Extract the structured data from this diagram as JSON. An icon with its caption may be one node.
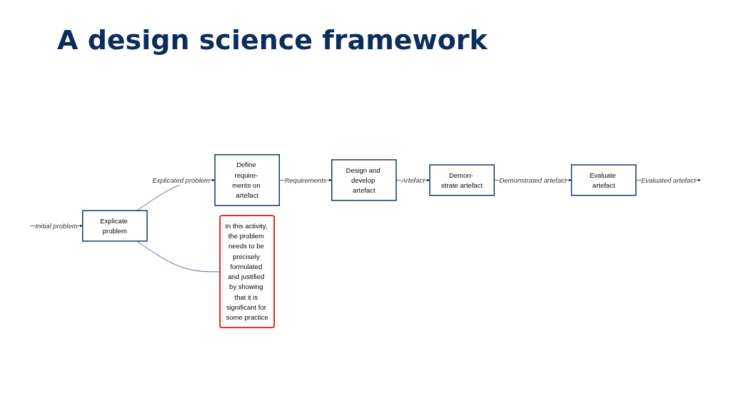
{
  "diagram": {
    "title": "A design science framework",
    "nodes": [
      {
        "text": [
          "Explicate problem"
        ]
      },
      {
        "text": [
          "Define require- ments on artefact"
        ]
      },
      {
        "text": [
          "Design and develop artefact"
        ]
      },
      {
        "text": [
          "Demon- strate artefact"
        ]
      },
      {
        "text": [
          "Evaluate artefact"
        ]
      },
      {
        "text": [
          "In this activity, the problem needs to be precisely formulated and justified by showing that it is significant for some practice"
        ]
      }
    ],
    "edges": [
      {
        "from": null,
        "to": 0,
        "arrow": "to",
        "label": "Initial problem"
      },
      {
        "from": 0,
        "to": 1,
        "arrow": "to",
        "label": "Explicated problem"
      },
      {
        "from": 1,
        "to": 2,
        "arrow": "to",
        "label": "Requirements"
      },
      {
        "from": 2,
        "to": 3,
        "arrow": "to",
        "label": "Artefact"
      },
      {
        "from": 3,
        "to": 4,
        "arrow": "to",
        "label": "Demonstrated artefact"
      },
      {
        "from": 4,
        "to": null,
        "arrow": "to",
        "label": "Evaluated artefact"
      },
      {
        "from": 0,
        "to": 5,
        "arrow": "none"
      }
    ]
  }
}
